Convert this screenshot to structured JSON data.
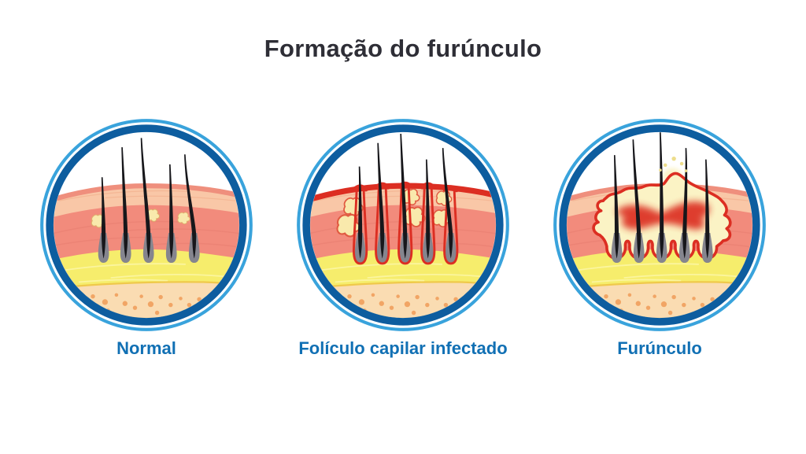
{
  "title": "Formação do furúnculo",
  "panels": [
    {
      "id": "normal",
      "label": "Normal"
    },
    {
      "id": "infected",
      "label": "Folículo capilar infectado"
    },
    {
      "id": "furuncle",
      "label": "Furúnculo"
    }
  ],
  "colors": {
    "title-text": "#2e2e36",
    "label-text": "#1170b4",
    "ring-outer": "#39a3dc",
    "ring-inner": "#0d5d9f",
    "surface": "#ef8f7d",
    "epidermis": "#f9c7a7",
    "epidermis-line": "#f3b391",
    "dermis": "#f28b7c",
    "dermis-line": "#e87f71",
    "fat": "#f6ed6c",
    "fat-line": "#fbf59e",
    "fat-edge": "#efc94b",
    "deep": "#fadcb2",
    "deep-dot": "#f1a565",
    "bulb": "#85858e",
    "hair": "#17171b",
    "gland": "#f9e9ac",
    "gland-edge": "#dfae6c",
    "gland-edge-infected": "#e05a41",
    "infection": "#dc2e22",
    "pus": "#fbf3c5",
    "pus-drop": "#eddd8c"
  }
}
